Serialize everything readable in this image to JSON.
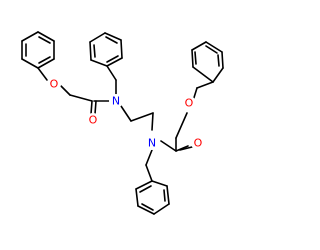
{
  "molecule": {
    "atoms": [
      {
        "symbol": "O",
        "role": "ether-oxygen-left"
      },
      {
        "symbol": "O",
        "role": "carbonyl-oxygen-left"
      },
      {
        "symbol": "N",
        "role": "amide-nitrogen-left"
      },
      {
        "symbol": "N",
        "role": "amide-nitrogen-right"
      },
      {
        "symbol": "O",
        "role": "ether-oxygen-right"
      },
      {
        "symbol": "O",
        "role": "carbonyl-oxygen-right"
      }
    ]
  },
  "colors": {
    "bond": "#000000",
    "oxygen": "#ff0000",
    "nitrogen": "#0000ff",
    "background": "#ffffff"
  }
}
